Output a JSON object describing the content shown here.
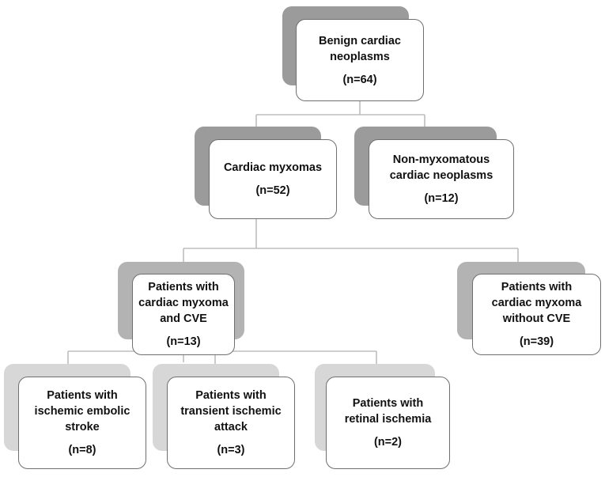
{
  "colors": {
    "shadow_dark": "#9b9b9b",
    "shadow_medium": "#b3b3b3",
    "shadow_light": "#d7d7d7",
    "connector": "#bdbdbd",
    "border": "#6f6f6f",
    "text": "#111111"
  },
  "nodes": {
    "root": {
      "label": "Benign cardiac\nneoplasms",
      "count": "(n=64)"
    },
    "myxomas": {
      "label": "Cardiac myxomas",
      "count": "(n=52)"
    },
    "non_myxomatous": {
      "label": "Non-myxomatous\ncardiac neoplasms",
      "count": "(n=12)"
    },
    "with_cve": {
      "label": "Patients with\ncardiac myxoma\nand CVE",
      "count": "(n=13)"
    },
    "without_cve": {
      "label": "Patients with\ncardiac myxoma\nwithout CVE",
      "count": "(n=39)"
    },
    "stroke": {
      "label": "Patients with\nischemic embolic\nstroke",
      "count": "(n=8)"
    },
    "tia": {
      "label": "Patients with\ntransient ischemic\nattack",
      "count": "(n=3)"
    },
    "retinal": {
      "label": "Patients with\nretinal ischemia",
      "count": "(n=2)"
    }
  }
}
